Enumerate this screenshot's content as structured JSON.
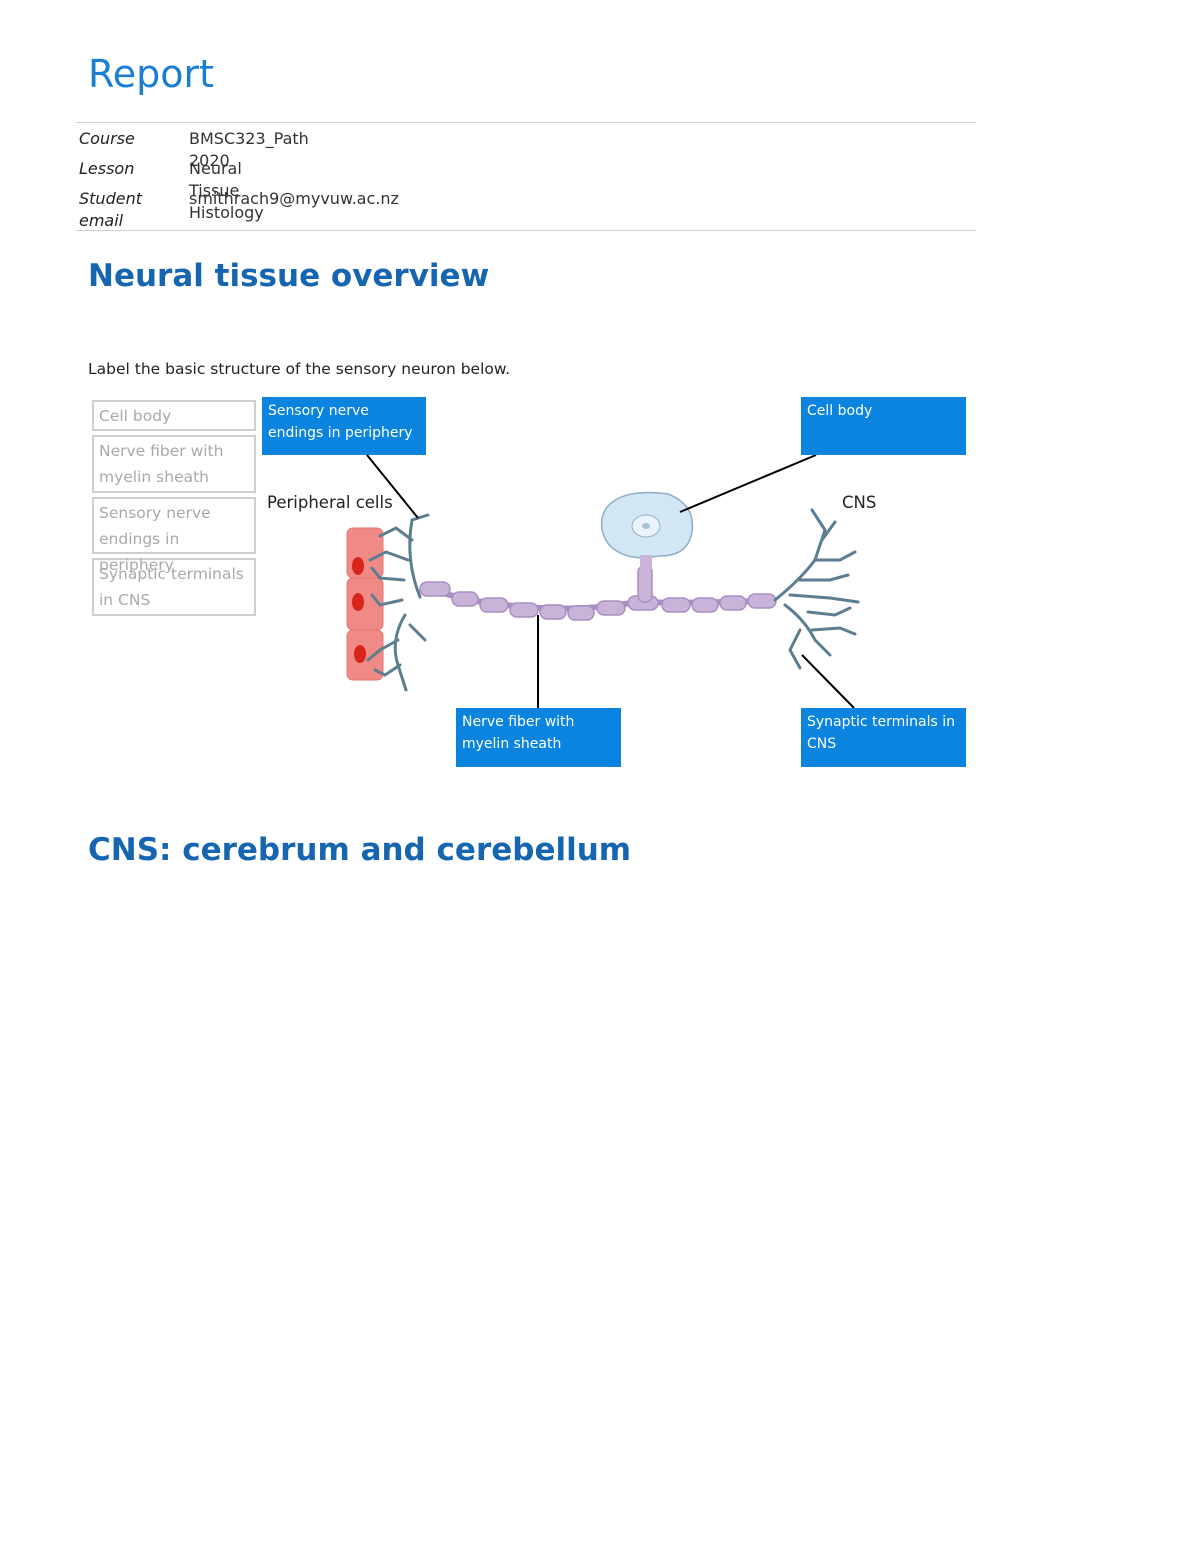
{
  "header": {
    "title": "Report"
  },
  "meta": [
    {
      "key": "Course",
      "value": "BMSC323_Path 2020"
    },
    {
      "key": "Lesson",
      "value": "Neural Tissue Histology"
    },
    {
      "key": "Student email",
      "value": "smithrach9@myvuw.ac.nz"
    }
  ],
  "section1": {
    "heading": "Neural tissue overview",
    "instruction": "Label the basic structure of the sensory neuron below."
  },
  "word_bank": [
    "Cell body",
    "Nerve fiber with myelin sheath",
    "Sensory nerve endings in periphery",
    "Synaptic terminals in CNS"
  ],
  "diagram": {
    "peripheral_label": "Peripheral cells",
    "cns_label": "CNS",
    "answers": {
      "sensory_endings": "Sensory nerve endings in periphery",
      "cell_body": "Cell body",
      "nerve_fiber": "Nerve fiber with myelin sheath",
      "synaptic_terminals": "Synaptic terminals in CNS"
    },
    "colors": {
      "answer_box": "#0a84de",
      "myelin": "#c9b3d8",
      "dendrite": "#5b7e91",
      "cell_body": "#d3e6f3",
      "peripheral_cell": "#f08a86"
    }
  },
  "section2": {
    "heading": "CNS: cerebrum and cerebellum"
  }
}
